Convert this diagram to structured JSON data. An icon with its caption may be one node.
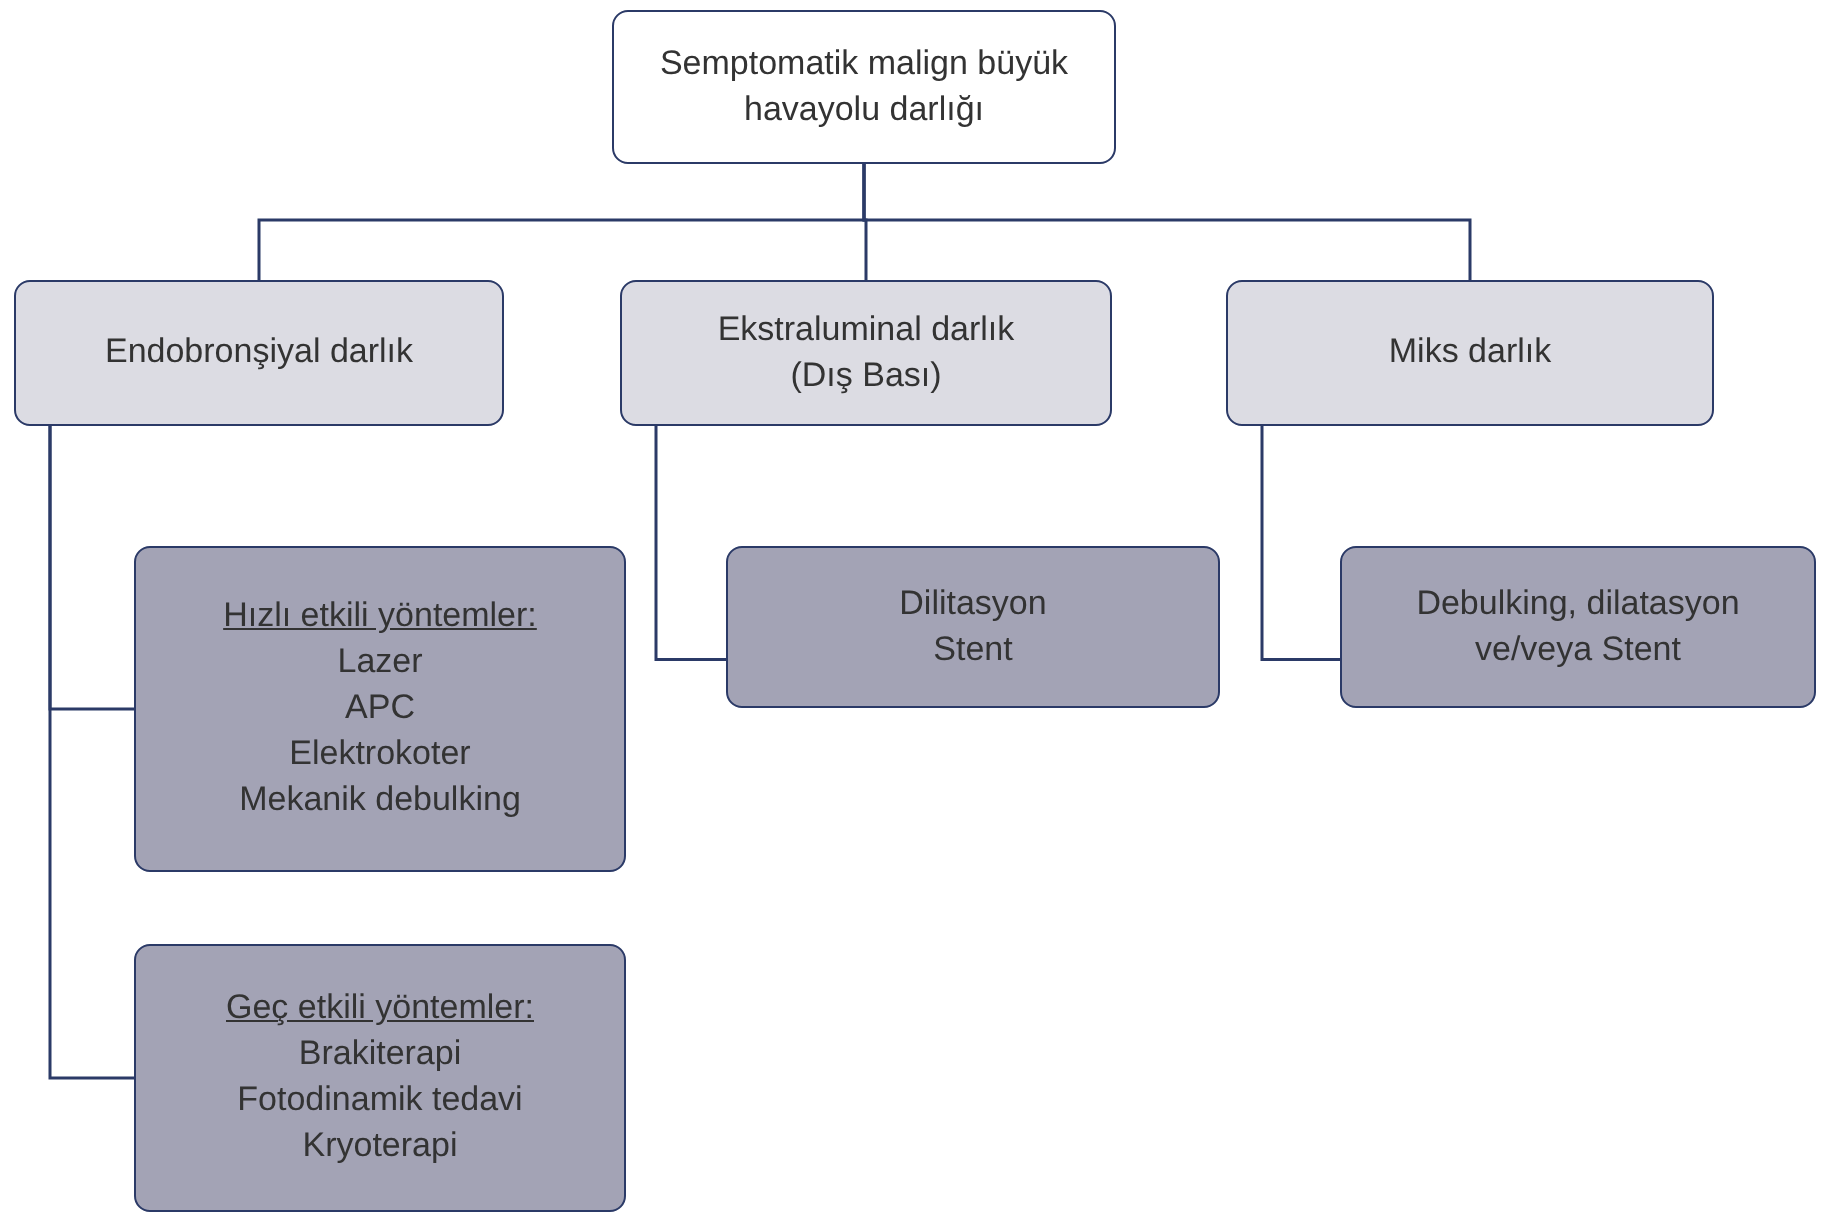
{
  "diagram": {
    "nodes": [
      {
        "text": [
          "Semptomatik malign büyük havayolu darlığı"
        ]
      },
      {
        "text": [
          "Endobronşiyal darlık"
        ]
      },
      {
        "text": [
          "Ekstraluminal darlık",
          "(Dış Bası)"
        ]
      },
      {
        "text": [
          "Miks darlık"
        ]
      },
      {
        "text": [
          "Hızlı etkili yöntemler:",
          "Lazer",
          "APC",
          "Elektrokoter",
          "Mekanik debulking"
        ]
      },
      {
        "text": [
          "Geç etkili yöntemler:",
          "Brakiterapi",
          "Fotodinamik tedavi",
          "Kryoterapi"
        ]
      },
      {
        "text": [
          "Dilitasyon",
          "Stent"
        ]
      },
      {
        "text": [
          "Debulking, dilatasyon ve/veya Stent"
        ]
      }
    ],
    "edges": [
      {
        "from": 0,
        "to": 1,
        "arrow": "none"
      },
      {
        "from": 0,
        "to": 2,
        "arrow": "none"
      },
      {
        "from": 0,
        "to": 3,
        "arrow": "none"
      },
      {
        "from": 1,
        "to": 4,
        "arrow": "none"
      },
      {
        "from": 1,
        "to": 5,
        "arrow": "none"
      },
      {
        "from": 2,
        "to": 6,
        "arrow": "none"
      },
      {
        "from": 3,
        "to": 7,
        "arrow": "none"
      }
    ]
  }
}
